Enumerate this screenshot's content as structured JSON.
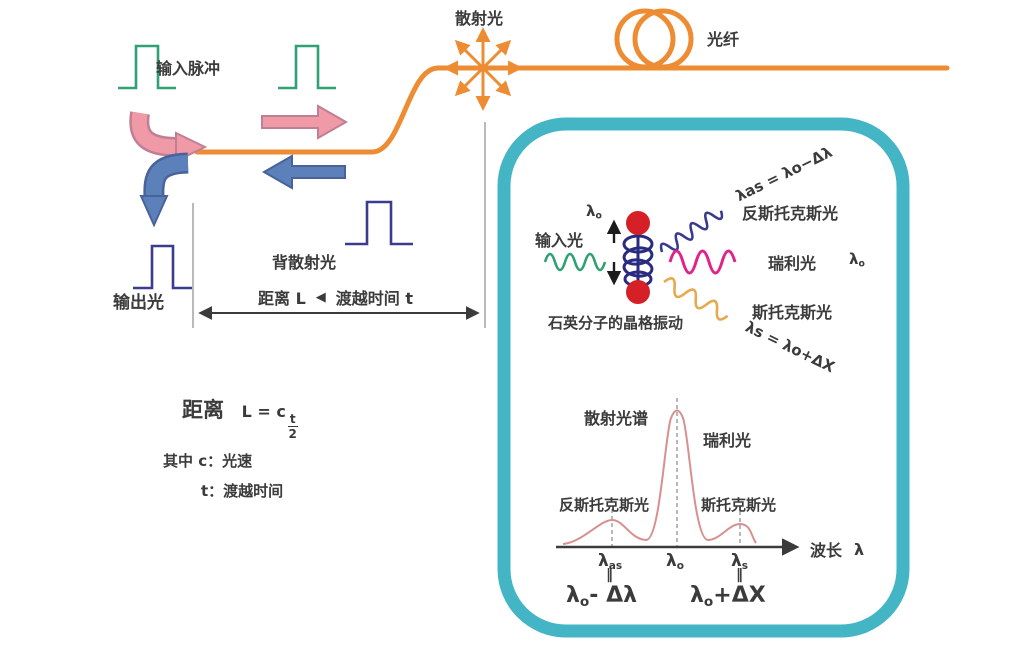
{
  "colors": {
    "fiber_orange": "#ee8c33",
    "pulse_green": "#2fa173",
    "arrow_pink": "#ef9aa6",
    "arrow_pink_stroke": "#c07f92",
    "arrow_blue": "#5c80ba",
    "arrow_blue_stroke": "#49629a",
    "pulse_navy": "#3c3c8e",
    "box_teal": "#43b5c5",
    "wave_magenta": "#df2388",
    "wave_gold": "#e6a94e",
    "dot_red": "#d42026",
    "spectrum_curve": "#d98f8f",
    "text": "#3b3b3b"
  },
  "pulse_section": {
    "input_pulse_label": "输入脉冲",
    "backscatter_label": "背散射光",
    "output_light_label": "输出光"
  },
  "fiber_section": {
    "scatter_label": "散射光",
    "fiber_label": "光纤"
  },
  "distance_section": {
    "distance_label": "距离 L",
    "arrow_glyph": "◀",
    "transit_label": "渡越时间 t"
  },
  "formula_section": {
    "prefix": "距离",
    "body": "L = c",
    "frac_num": "t",
    "frac_den": "2",
    "where_c": "其中 c：光速",
    "where_t": "t：渡越时间"
  },
  "scatter_box": {
    "input_light_label": "输入光",
    "lambda_o": {
      "base": "λ",
      "sub": "o"
    },
    "anti_stokes_eq": "λas = λo−Δλ",
    "anti_stokes_label": "反斯托克斯光",
    "rayleigh_label": "瑞利光",
    "stokes_label": "斯托克斯光",
    "stokes_eq": "λs = λo+ΔΧ",
    "molecule_label": "石英分子的晶格振动"
  },
  "spectrum": {
    "title": "散射光谱",
    "rayleigh_label": "瑞利光",
    "anti_stokes_label": "反斯托克斯光",
    "stokes_label": "斯托克斯光",
    "axis_label": "波长",
    "axis_lambda": "λ",
    "equals_glyph": "‖",
    "ticks": {
      "as": {
        "base": "λ",
        "sub": "as"
      },
      "o": {
        "base": "λ",
        "sub": "o"
      },
      "s": {
        "base": "λ",
        "sub": "s"
      }
    },
    "as_value": {
      "base": "λ",
      "sub": "o",
      "rest": "- Δλ"
    },
    "s_value": {
      "base": "λ",
      "sub": "o",
      "rest": "+ΔΧ"
    }
  },
  "chart_data": {
    "type": "line",
    "title": "散射光谱",
    "xlabel": "波长 λ",
    "ylabel": "",
    "grid": false,
    "legend": false,
    "x_ticks": [
      "λas = λo−Δλ",
      "λo",
      "λs = λo+ΔΧ"
    ],
    "peaks": [
      {
        "label": "反斯托克斯光",
        "x": "λas",
        "relative_height": 0.2
      },
      {
        "label": "瑞利光",
        "x": "λo",
        "relative_height": 1.0
      },
      {
        "label": "斯托克斯光",
        "x": "λs",
        "relative_height": 0.18
      }
    ]
  }
}
